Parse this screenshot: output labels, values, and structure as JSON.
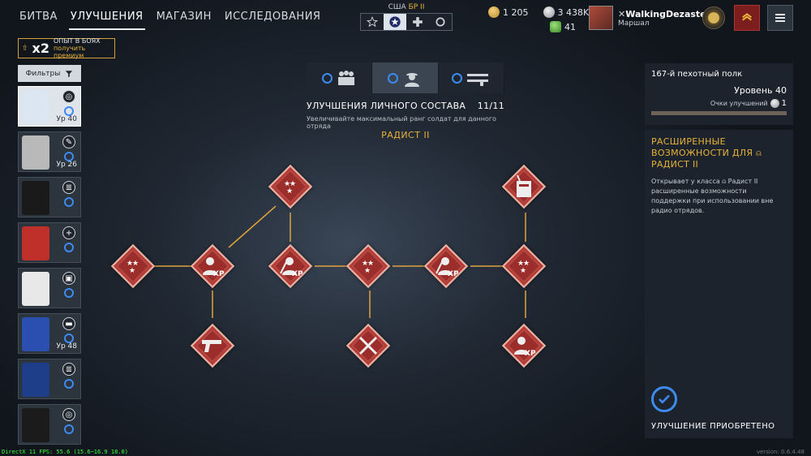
{
  "nav": {
    "tabs": [
      {
        "label": "БИТВА",
        "active": false
      },
      {
        "label": "УЛУЧШЕНИЯ",
        "active": true
      },
      {
        "label": "МАГАЗИН",
        "active": false
      },
      {
        "label": "ИССЛЕДОВАНИЯ",
        "active": false
      }
    ]
  },
  "nation": {
    "country": "США",
    "br": "БР II"
  },
  "currencies": {
    "gold": "1 205",
    "silver": "3 438K",
    "tickets": "41"
  },
  "profile": {
    "name": "WalkingDezaster",
    "rank": "Маршал"
  },
  "premium": {
    "multiplier": "x2",
    "line1": "ОПЫТ В БОЯХ",
    "line2": "получить премиум"
  },
  "filters": {
    "label": "Фильтры"
  },
  "squads": [
    {
      "level": "Ур 40",
      "emblem_color": "#dce6f2",
      "icon": "headset-icon"
    },
    {
      "level": "Ур 26",
      "emblem_color": "#b9b9b9",
      "icon": "tool-icon"
    },
    {
      "level": "",
      "emblem_color": "#1a1a1a",
      "icon": "document-icon"
    },
    {
      "level": "",
      "emblem_color": "#c0302a",
      "icon": "medic-icon"
    },
    {
      "level": "",
      "emblem_color": "#e8e8e8",
      "icon": "vehicle-icon"
    },
    {
      "level": "Ур 48",
      "emblem_color": "#2a4fb0",
      "icon": "tank-icon"
    },
    {
      "level": "",
      "emblem_color": "#1f3e8a",
      "icon": "document-icon"
    },
    {
      "level": "",
      "emblem_color": "#1b1b1b",
      "icon": "headset-icon"
    }
  ],
  "category": {
    "title": "УЛУЧШЕНИЯ ЛИЧНОГО СОСТАВА",
    "progress": "11/11",
    "subtitle": "Увеличивайте максимальный ранг солдат для данного отряда",
    "unit": "РАДИСТ II"
  },
  "tree_nodes": [
    {
      "id": "n1",
      "icon": "rank-stars-icon"
    },
    {
      "id": "n2",
      "icon": "xp-soldier-icon"
    },
    {
      "id": "n3",
      "icon": "pistol-icon"
    },
    {
      "id": "n4",
      "icon": "rank-stars-icon"
    },
    {
      "id": "n5",
      "icon": "xp-rifleman-icon"
    },
    {
      "id": "n6",
      "icon": "rank-stars-icon"
    },
    {
      "id": "n7",
      "icon": "crossed-rifles-icon"
    },
    {
      "id": "n8",
      "icon": "xp-rifleman-icon"
    },
    {
      "id": "n9",
      "icon": "rank-stars-icon"
    },
    {
      "id": "n10",
      "icon": "radio-icon"
    },
    {
      "id": "n11",
      "icon": "xp-soldier-icon"
    }
  ],
  "regiment": {
    "name": "167-й пехотный полк",
    "level": "Уровень 40",
    "points_label": "Очки улучшений",
    "points": "1"
  },
  "detail": {
    "title": "РАСШИРЕННЫЕ ВОЗМОЖНОСТИ ДЛЯ ⍝ РАДИСТ II",
    "description": "Открывает у класса ⍝ Радист II расширенные возможности поддержки при использовании вне радио отрядов.",
    "status": "УЛУЧШЕНИЕ ПРИОБРЕТЕНО"
  },
  "debug": {
    "fps": "DirectX 11 FPS: 55.6 (15.6~16.9 18.0)",
    "version": "version: 0.6.4.48"
  },
  "colors": {
    "accent_gold": "#e6b23a",
    "node_red": "#b73a34",
    "check_blue": "#3d8bf0"
  }
}
